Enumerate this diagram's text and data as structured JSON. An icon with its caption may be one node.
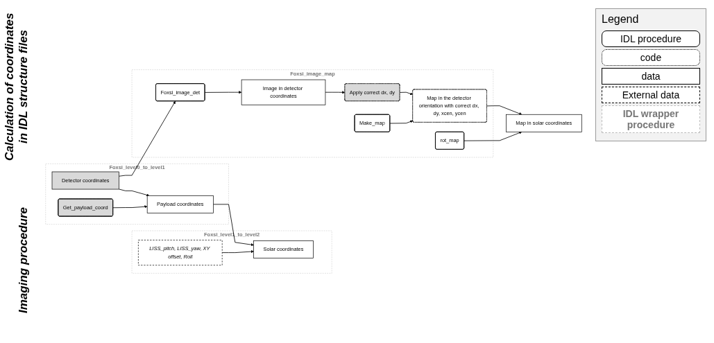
{
  "diagram": {
    "nodes": [
      {
        "text": [
          "Foxsi_level0_to_level1"
        ]
      },
      {
        "text": [
          "Get_payload_coord"
        ],
        "in": 0
      },
      {
        "text": [
          "Detector coordinates"
        ],
        "in": 0
      },
      {
        "text": [
          "Payload coordinates"
        ],
        "in": 0
      },
      {
        "text": [
          "Foxsi_level1_to_level2"
        ]
      },
      {
        "text": [
          "LISS_pitch, LISS_yaw, XY offset, Roll"
        ],
        "in": 4
      },
      {
        "text": [
          "Solar coordinates"
        ],
        "in": 4
      },
      {
        "text": [
          "Foxsi_image_map"
        ]
      },
      {
        "text": [
          "Foxsi_image_det"
        ],
        "in": 7
      },
      {
        "text": [
          "Image in detector coordinates"
        ],
        "in": 7
      },
      {
        "text": [
          "Apply correct dx, dy"
        ],
        "in": 7
      },
      {
        "text": [
          "Map in the detector orientation with correct dx, dy, xcen, ycen"
        ],
        "in": 7
      },
      {
        "text": [
          "Make_map"
        ],
        "in": 7
      },
      {
        "text": [
          "rot_map"
        ],
        "in": 7
      },
      {
        "text": [
          "Map in solar coordinates"
        ]
      }
    ],
    "edges": [
      {
        "from": 2,
        "to": 3,
        "arrow": "to"
      },
      {
        "from": 1,
        "to": 3,
        "arrow": "to"
      },
      {
        "from": 3,
        "to": 6,
        "arrow": "to"
      },
      {
        "from": 5,
        "to": 6,
        "arrow": "to"
      },
      {
        "from": 2,
        "to": 8,
        "arrow": "to"
      },
      {
        "from": 8,
        "to": 9,
        "arrow": "to"
      },
      {
        "from": 9,
        "to": 10,
        "arrow": "to"
      },
      {
        "from": 10,
        "to": 11,
        "arrow": "to"
      },
      {
        "from": 12,
        "to": 11,
        "arrow": "to"
      },
      {
        "from": 11,
        "to": 14,
        "arrow": "to"
      },
      {
        "from": 13,
        "to": 14,
        "arrow": "to"
      }
    ],
    "labels": [
      "Calculation of coordinates in IDL structure files",
      "Imaging procedure",
      "Legend"
    ],
    "legend": [
      {
        "text": "IDL procedure"
      },
      {
        "text": "code"
      },
      {
        "text": "data"
      },
      {
        "text": "External data"
      },
      {
        "text": "IDL wrapper procedure"
      }
    ]
  }
}
